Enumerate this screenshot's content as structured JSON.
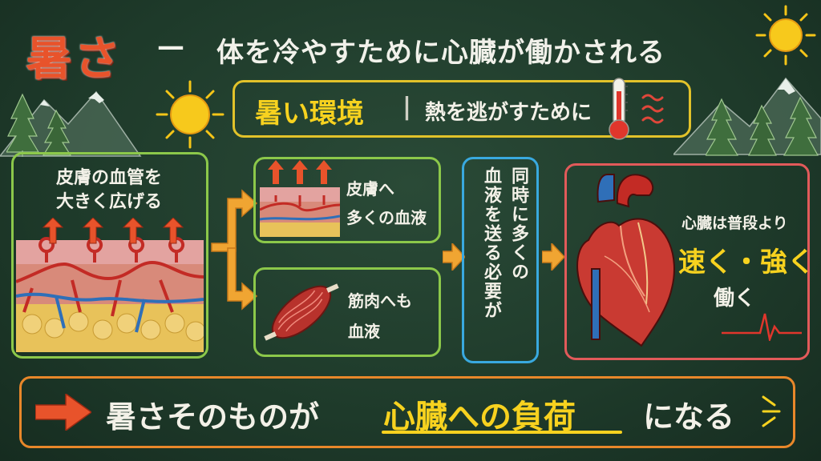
{
  "title": {
    "main": "暑さ",
    "dash": "—",
    "subtitle": "体を冷やすために心臓が働かされる"
  },
  "environment_box": {
    "label": "暑い環境",
    "separator": "|",
    "reason": "熱を逃がすために"
  },
  "skin_box": {
    "label_line1": "皮膚の血管を",
    "label_line2": "大きく広げる"
  },
  "skin_blood_box": {
    "line1": "皮膚へ",
    "line2": "多くの血液"
  },
  "muscle_box": {
    "line1": "筋肉へも",
    "line2": "血液"
  },
  "simultaneous_box": {
    "col1": "同時に多くの",
    "col2": "血液を送る必要が"
  },
  "heart_box": {
    "line1": "心臓は普段より",
    "line2": "速く・強く",
    "line3": "働く"
  },
  "conclusion": {
    "part1": "暑さそのものが",
    "emphasis": "心臓への負荷",
    "part2": "になる"
  },
  "colors": {
    "title_red": "#e8532b",
    "highlight_yellow": "#f7d21f",
    "box_yellow": "#e2c22a",
    "box_green": "#8cc84a",
    "box_blue": "#39a9df",
    "box_red": "#e25a5a",
    "box_orange": "#e8872a"
  },
  "icons": [
    "sun-icon",
    "thermometer-icon",
    "heat-wave-icon",
    "arrow-icon",
    "heart-icon",
    "muscle-icon",
    "skin-cross-section-icon",
    "mountain-icon",
    "tree-icon",
    "heartbeat-line-icon"
  ]
}
